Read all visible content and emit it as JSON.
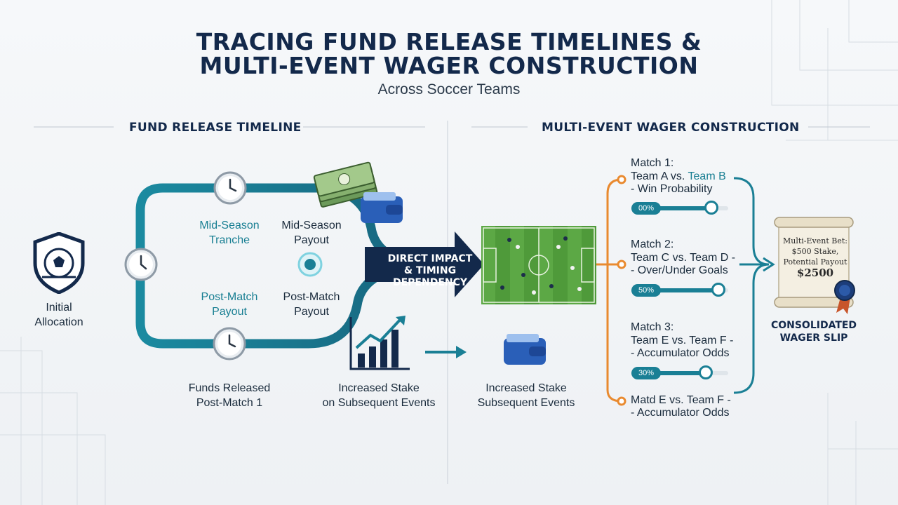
{
  "header": {
    "title_line1": "TRACING FUND RELEASE TIMELINES &",
    "title_line2": "MULTI-EVENT WAGER CONSTRUCTION",
    "subtitle": "Across Soccer Teams"
  },
  "fund_timeline": {
    "heading": "FUND RELEASE TIMELINE",
    "initial_allocation": "Initial\nAllocation",
    "mid_season_tranche": "Mid-Season\nTranche",
    "mid_season_payout": "Mid-Season\nPayout",
    "post_match_payout_teal": "Post-Match\nPayout",
    "post_match_payout": "Post-Match\nPayout",
    "funds_released": "Funds Released\nPost-Match 1",
    "increased_stake_1": "Increased Stake\non Subsequent Events",
    "increased_stake_2": "Increased Stake\nSubsequent Events",
    "impact_arrow": "DIRECT IMPACT\n& TIMING\nDEPENDENCY"
  },
  "wager": {
    "heading": "MULTI-EVENT WAGER CONSTRUCTION",
    "matches": [
      {
        "line1": "Match 1:",
        "line2a": "Team A vs. ",
        "line2b": "Team B",
        "line3": "- Win Probability",
        "pill": "00%",
        "value": 0.78
      },
      {
        "line1": "Match 2:",
        "line2a": "Team C vs. Team D -",
        "line2b": "",
        "line3": "- Over/Under Goals",
        "pill": "50%",
        "value": 0.86
      },
      {
        "line1": "Match 3:",
        "line2a": "Team E vs. Team F -",
        "line2b": "",
        "line3": "- Accumulator Odds",
        "pill": "30%",
        "value": 0.74
      },
      {
        "line1": "",
        "line2a": "Matd E vs. Team F -",
        "line2b": "",
        "line3": "- Accumulator Odds",
        "pill": "",
        "value": null
      }
    ],
    "slip_text": "Multi-Event Bet:\n$500 Stake,\nPotential Payout",
    "slip_amount": "$2500",
    "consolidated": "CONSOLIDATED\nWAGER SLIP"
  },
  "colors": {
    "navy": "#13294b",
    "teal": "#1a7f95",
    "orange": "#e98a2f",
    "pitch": "#4f9a3a"
  }
}
